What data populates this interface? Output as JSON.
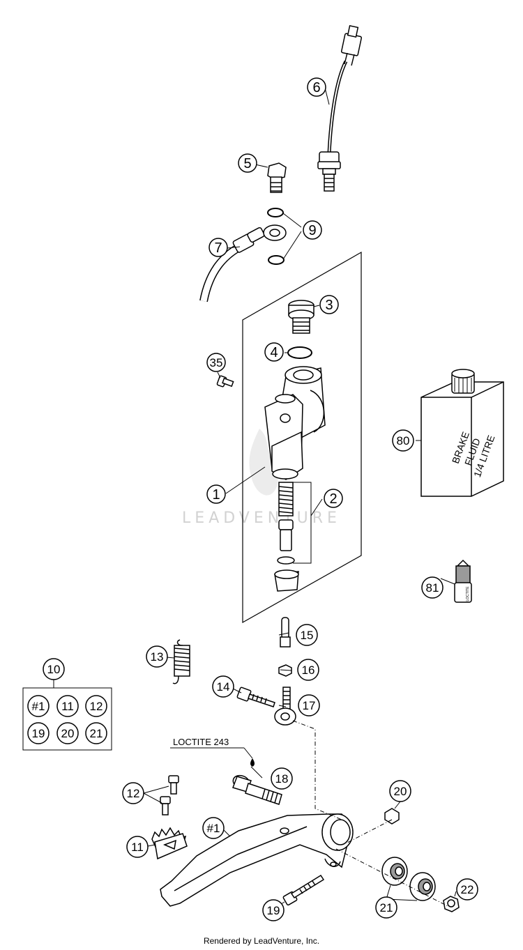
{
  "callouts": {
    "c1": "1",
    "c2": "2",
    "c3": "3",
    "c4": "4",
    "c5": "5",
    "c6": "6",
    "c7": "7",
    "c9": "9",
    "c10": "10",
    "c11": "11",
    "c12": "12",
    "c13": "13",
    "c14": "14",
    "c15": "15",
    "c16": "16",
    "c17": "17",
    "c18": "18",
    "c19": "19",
    "c20": "20",
    "c21": "21",
    "c22": "22",
    "c35": "35",
    "c80": "80",
    "c81": "81",
    "c_hash1": "#1"
  },
  "kit_box": {
    "items": [
      "#1",
      "11",
      "12",
      "19",
      "20",
      "21"
    ]
  },
  "loctite_label": "LOCTITE 243",
  "brake_fluid": {
    "line1": "BRAKE",
    "line2": "FLUID",
    "line3": "1/4 LITRE"
  },
  "tube_label": "LOCTITE",
  "watermark": "LEADVENTURE",
  "footer": "Rendered by LeadVenture, Inc."
}
